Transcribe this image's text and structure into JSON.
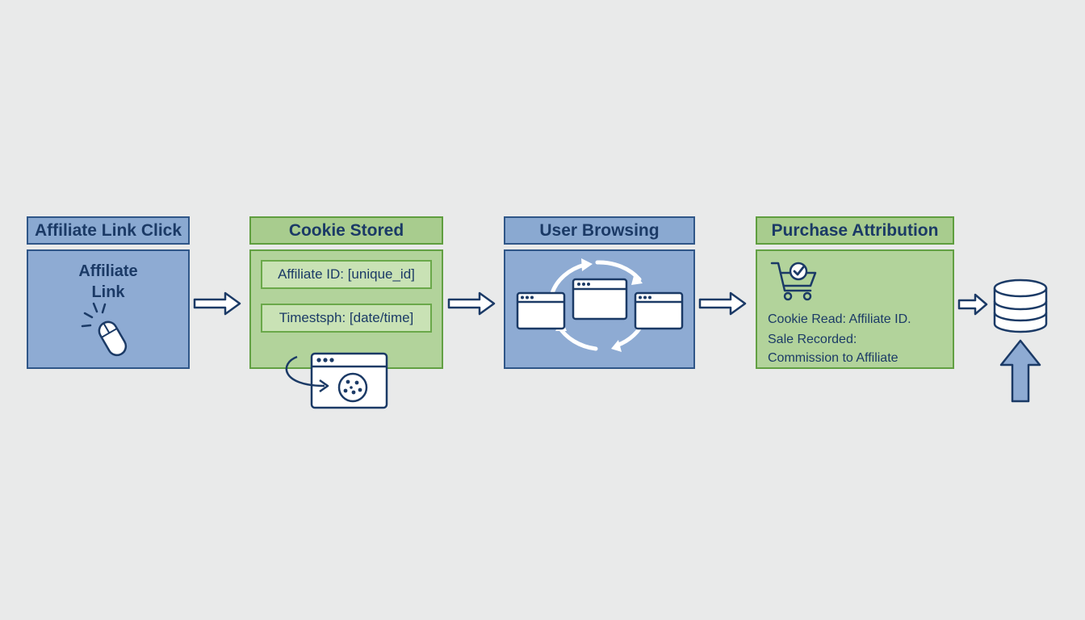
{
  "steps": [
    {
      "title": "Affiliate Link Click",
      "body_text": [
        "Affiliate",
        "Link"
      ]
    },
    {
      "title": "Cookie Stored",
      "fields": [
        "Affiliate ID: [unique_id]",
        "Timestsph: [date/time]"
      ]
    },
    {
      "title": "User Browsing"
    },
    {
      "title": "Purchase Attribution",
      "lines": [
        "Cookie Read: Affiliate ID.",
        "Sale Recorded:",
        "Commission to Affiliate"
      ]
    }
  ],
  "icons": {
    "step1": "mouse-click-icon",
    "step2": "cookie-browser-icon",
    "step3": "browser-windows-cycle-icon",
    "step4": "shopping-cart-check-icon",
    "end": "database-icon"
  },
  "colors": {
    "blue_fill": "#8eabd3",
    "green_fill": "#b2d39b",
    "navy": "#1b3a66",
    "background": "#e9eaea"
  }
}
